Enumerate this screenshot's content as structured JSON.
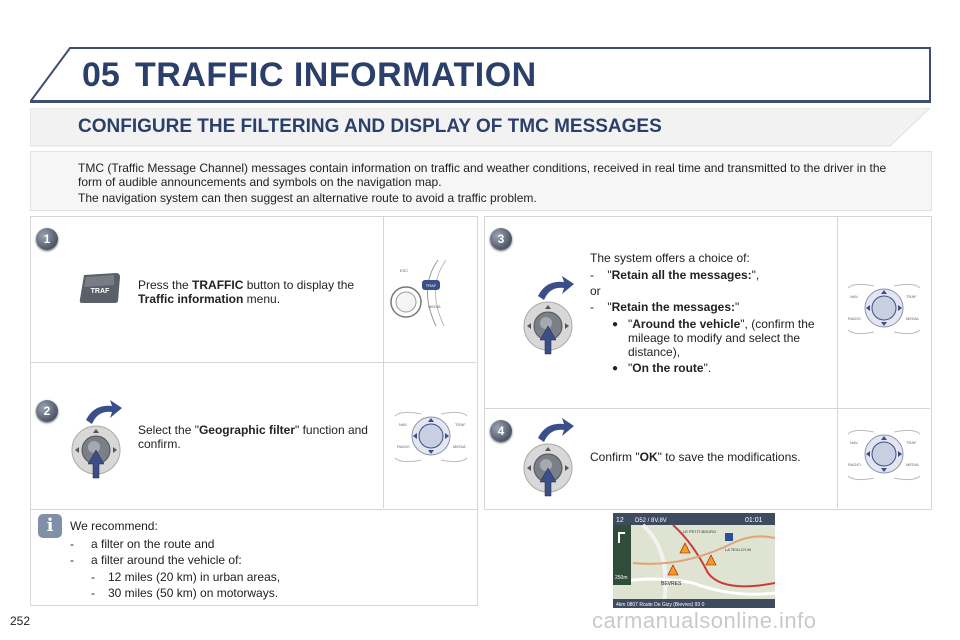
{
  "header": {
    "chapter_number": "05",
    "chapter_title": "TRAFFIC INFORMATION"
  },
  "section_title": "CONFIGURE THE FILTERING AND DISPLAY OF TMC MESSAGES",
  "intro": {
    "p1": "TMC (Traffic Message Channel) messages contain information on traffic and weather conditions, received in real time and transmitted to the driver in the form of audible announcements and symbols on the navigation map.",
    "p2": "The navigation system can then suggest an alternative route to avoid a traffic problem."
  },
  "steps": {
    "s1": {
      "num": "1",
      "pre": "Press the ",
      "bold": "TRAFFIC",
      "mid": " button to display the ",
      "bold2": "Traffic information",
      "post": " menu.",
      "button_label": "TRAF"
    },
    "s2": {
      "num": "2",
      "pre": "Select the \"",
      "bold": "Geographic filter",
      "post": "\" function and confirm."
    },
    "s3": {
      "num": "3",
      "intro": "The system offers a choice of:",
      "dash": "-",
      "opt1_q1": "\"",
      "opt1": "Retain all the messages:",
      "opt1_q2": "\",",
      "or": "or",
      "opt2_q1": "\"",
      "opt2": "Retain the messages:",
      "opt2_q2": "\"",
      "bullet": "●",
      "sub1_q": "\"",
      "sub1": "Around the vehicle",
      "sub1_post": "\", (confirm the mileage to modify and select the distance),",
      "sub2_q": "\"",
      "sub2": "On the route",
      "sub2_post": "\"."
    },
    "s4": {
      "num": "4",
      "pre": "Confirm \"",
      "bold": "OK",
      "post": "\" to save the modifications."
    }
  },
  "panel_labels": {
    "esc": "ESC",
    "traf": "TRAF",
    "media": "MEDIA",
    "nav": "NAV",
    "radio": "RADIO"
  },
  "recommend": {
    "title": "We recommend:",
    "dash": "-",
    "items": [
      "a filter on the route and",
      "a filter around the vehicle of:"
    ],
    "subitems": [
      "12 miles (20 km) in urban areas,",
      "30 miles (50 km) on motorways."
    ],
    "icon": "i"
  },
  "map": {
    "top_left": "12",
    "top_mid": "D52 / 8V.8V",
    "clock": "01:01",
    "place1": "LE PETIT-BOURG",
    "place2": "LA TEXLOY-M",
    "place3": "BEVRES",
    "scale": "250m",
    "bottom": "4km   0807   Route De Gizy (Bievres)   93 0"
  },
  "page_number": "252",
  "watermark": "carmanualsonline.info",
  "colors": {
    "title": "#2b3f6b",
    "arrow": "#3a4f8a"
  }
}
